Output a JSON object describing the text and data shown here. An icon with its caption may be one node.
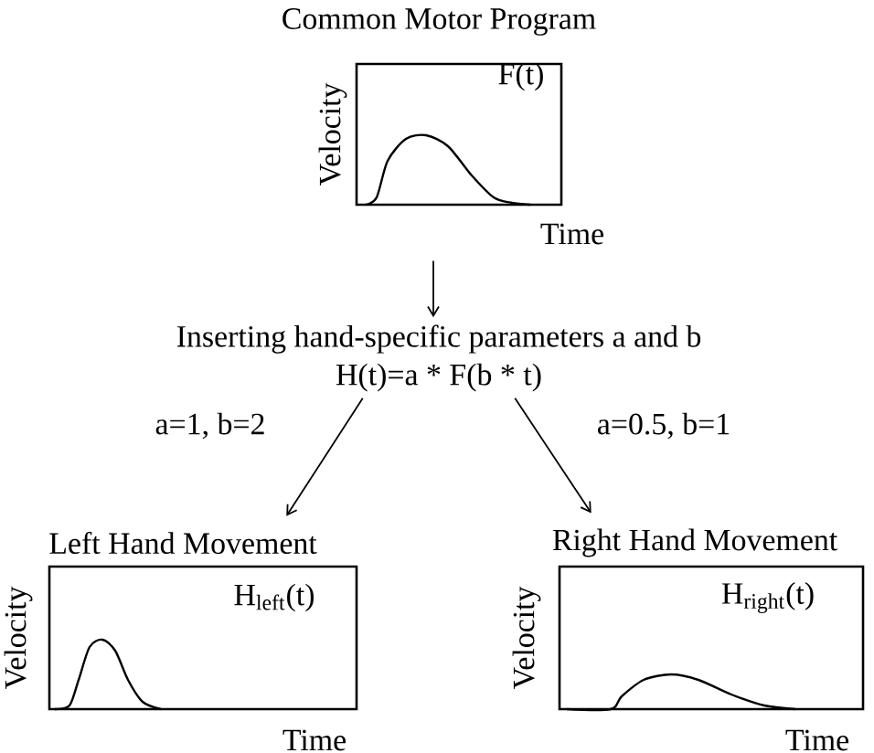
{
  "diagram": {
    "nodes": [
      {
        "text": [
          "Common Motor Program",
          "F(t)"
        ],
        "beside": [
          "Velocity",
          "Time"
        ]
      },
      {
        "text": [
          "Inserting hand-specific parameters a and b",
          "H(t)=a * F(b * t)"
        ]
      },
      {
        "text": [
          "Left Hand Movement",
          "H$_{left}$(t)"
        ],
        "beside": [
          "Velocity",
          "Time"
        ]
      },
      {
        "text": [
          "Right Hand Movement",
          "H$_{right}$(t)"
        ],
        "beside": [
          "Velocity",
          "Time"
        ]
      }
    ],
    "edges": [
      {
        "from": 0,
        "to": 1,
        "arrow": "to"
      },
      {
        "from": 1,
        "to": 2,
        "arrow": "to",
        "label": "a=1, b=2"
      },
      {
        "from": 1,
        "to": 3,
        "arrow": "to",
        "label": "a=0.5, b=1"
      }
    ]
  }
}
